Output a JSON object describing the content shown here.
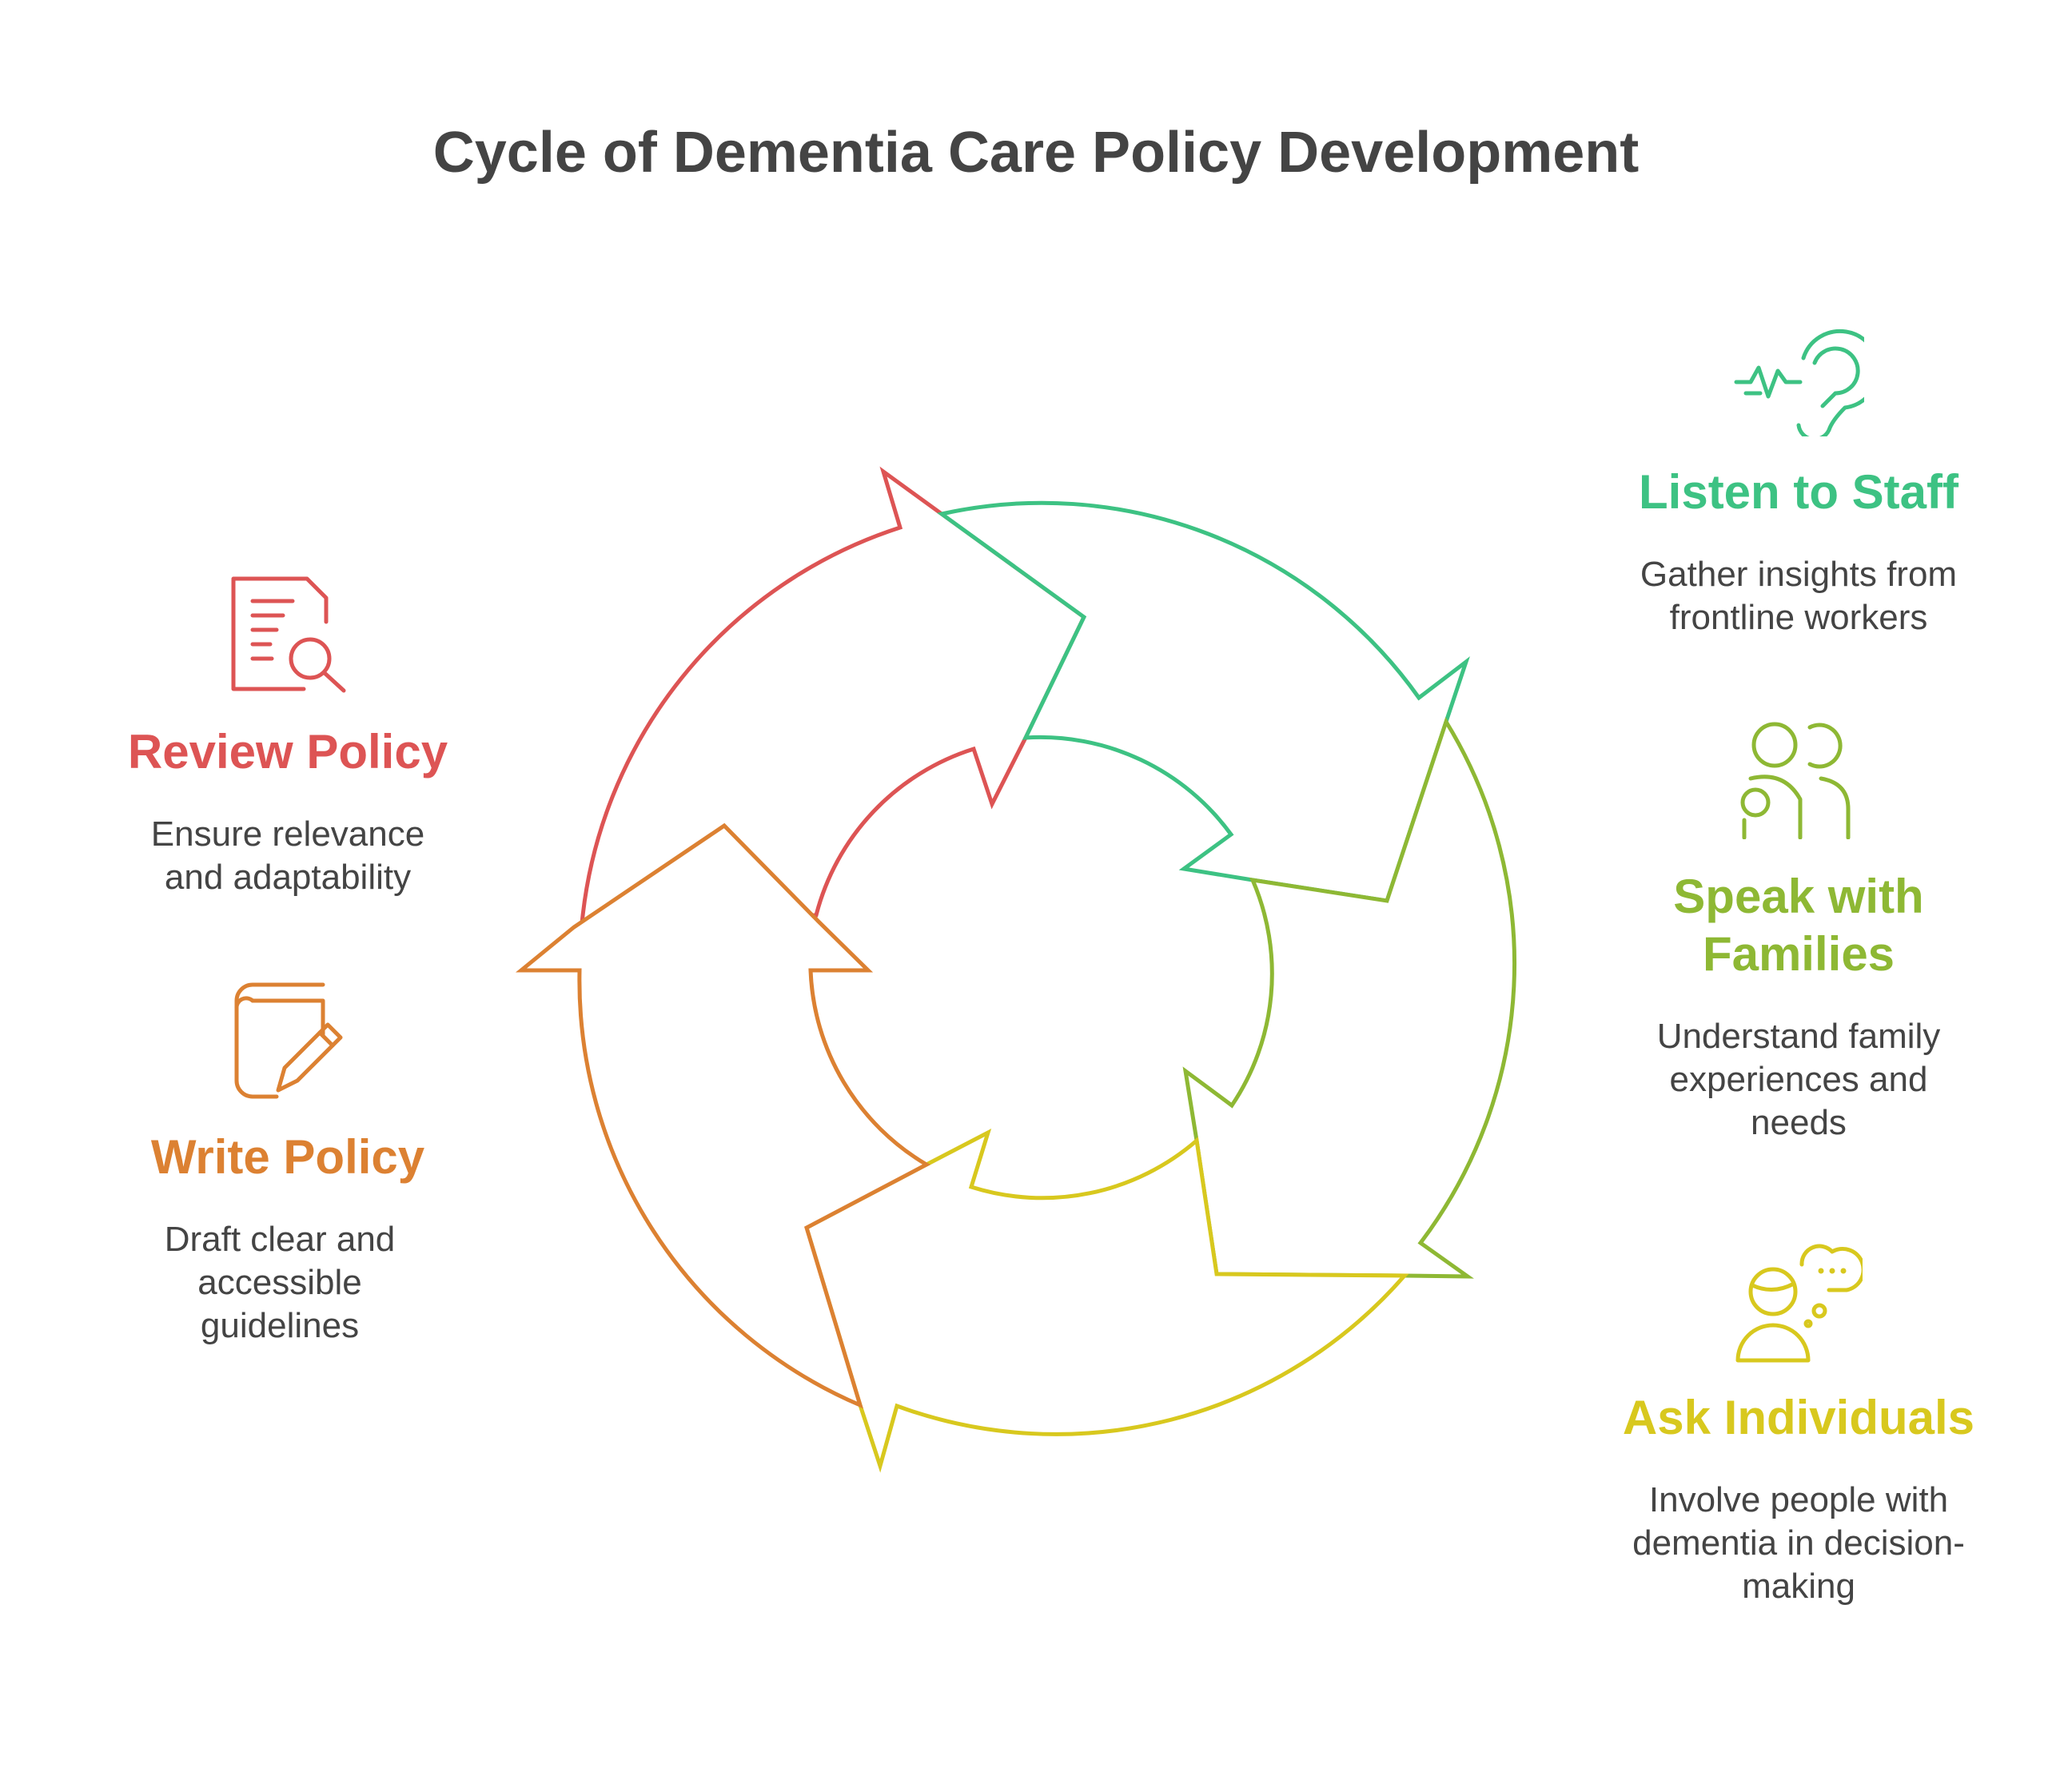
{
  "title": "Cycle of Dementia Care Policy Development",
  "colors": {
    "listen": "#3dc283",
    "speak": "#8eb834",
    "ask": "#d8c81e",
    "write": "#dc8132",
    "review": "#dd5454",
    "text": "#444444"
  },
  "steps": {
    "listen": {
      "label": "Listen to Staff",
      "desc": "Gather insights from frontline workers",
      "icon": "ear-icon"
    },
    "speak": {
      "label": "Speak with Families",
      "desc": "Understand family experiences and needs",
      "icon": "family-icon"
    },
    "ask": {
      "label": "Ask Individuals",
      "desc": "Involve people with dementia in decision-making",
      "icon": "person-thinking-icon"
    },
    "write": {
      "label": "Write Policy",
      "desc": "Draft clear and accessible guidelines",
      "icon": "notebook-pencil-icon"
    },
    "review": {
      "label": "Review Policy",
      "desc": "Ensure relevance and adaptability",
      "icon": "document-search-icon"
    }
  }
}
